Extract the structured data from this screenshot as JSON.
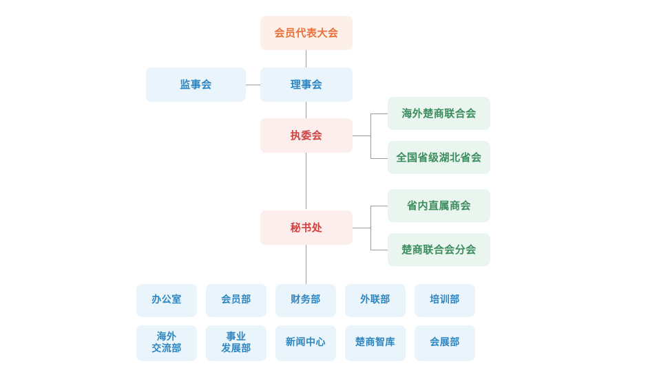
{
  "chart": {
    "title_node": {
      "label": "会员代表大会",
      "color": "#e8703a",
      "bg": "#fdf0e8"
    },
    "level2": {
      "supervisory": {
        "label": "监事会",
        "color": "#2e86c1",
        "bg": "#eaf4fb"
      },
      "council": {
        "label": "理事会",
        "color": "#2e86c1",
        "bg": "#eaf4fb"
      }
    },
    "level3": {
      "executive": {
        "label": "执委会",
        "color": "#cf4242",
        "bg": "#fdeeee"
      },
      "executive_branches": [
        {
          "label": "海外楚商联合会",
          "color": "#3b8c5e",
          "bg": "#e9f5ee"
        },
        {
          "label": "全国省级湖北省会",
          "color": "#3b8c5e",
          "bg": "#e9f5ee"
        }
      ]
    },
    "level4": {
      "secretariat": {
        "label": "秘书处",
        "color": "#cf4242",
        "bg": "#fdeeee"
      },
      "secretariat_branches": [
        {
          "label": "省内直属商会",
          "color": "#3b8c5e",
          "bg": "#e9f5ee"
        },
        {
          "label": "楚商联合会分会",
          "color": "#3b8c5e",
          "bg": "#e9f5ee"
        }
      ]
    },
    "departments_row1": [
      {
        "label": "办公室"
      },
      {
        "label": "会员部"
      },
      {
        "label": "财务部"
      },
      {
        "label": "外联部"
      },
      {
        "label": "培训部"
      }
    ],
    "departments_row2": [
      {
        "label": "海外\n交流部"
      },
      {
        "label": "事业\n发展部"
      },
      {
        "label": "新闻中心"
      },
      {
        "label": "楚商智库"
      },
      {
        "label": "会展部"
      }
    ],
    "connector_color": "#9a9a9a"
  }
}
